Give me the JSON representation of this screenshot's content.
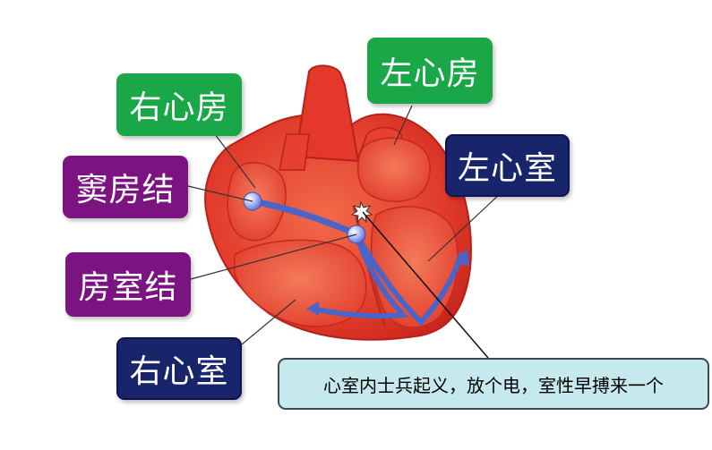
{
  "labels": {
    "right_atrium": "右心房",
    "left_atrium": "左心房",
    "sinoatrial_node": "窦房结",
    "left_ventricle": "左心室",
    "atrioventricular_node": "房室结",
    "right_ventricle": "右心室"
  },
  "note": "心室内士兵起义，放个电，室性早搏来一个",
  "colors": {
    "green_tag": "#1aa748",
    "purple_tag": "#7b1480",
    "navy_tag": "#19256b",
    "note_bg": "#c5e9ec",
    "heart_red": "#e8352a",
    "conduction_path": "#4a64c8"
  }
}
